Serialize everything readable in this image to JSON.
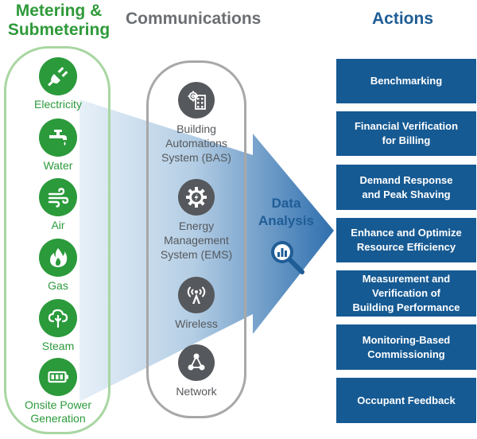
{
  "headings": {
    "metering_line1": "Metering &",
    "metering_line2": "Submetering",
    "communications": "Communications",
    "actions": "Actions"
  },
  "metering": [
    {
      "label": "Electricity",
      "icon": "electric-plug-icon"
    },
    {
      "label": "Water",
      "icon": "water-faucet-icon"
    },
    {
      "label": "Air",
      "icon": "wind-icon"
    },
    {
      "label": "Gas",
      "icon": "flame-icon"
    },
    {
      "label": "Steam",
      "icon": "steam-cloud-icon"
    },
    {
      "label_line1": "Onsite Power",
      "label_line2": "Generation",
      "icon": "battery-icon"
    }
  ],
  "communications": [
    {
      "line1": "Building",
      "line2": "Automations",
      "line3": "System (BAS)",
      "icon": "building-gear-icon"
    },
    {
      "line1": "Energy",
      "line2": "Management",
      "line3": "System (EMS)",
      "icon": "gear-icon"
    },
    {
      "line1": "Wireless",
      "icon": "wireless-antenna-icon"
    },
    {
      "line1": "Network",
      "icon": "network-nodes-icon"
    }
  ],
  "data_analysis": {
    "line1": "Data",
    "line2": "Analysis",
    "icon": "magnifier-chart-icon"
  },
  "actions": [
    {
      "line1": "Benchmarking"
    },
    {
      "line1": "Financial Verification",
      "line2": "for Billing"
    },
    {
      "line1": "Demand Response",
      "line2": "and Peak Shaving"
    },
    {
      "line1": "Enhance and Optimize",
      "line2": "Resource Efficiency"
    },
    {
      "line1": "Measurement and",
      "line2": "Verification of",
      "line3": "Building Performance"
    },
    {
      "line1": "Monitoring-Based",
      "line2": "Commissioning"
    },
    {
      "line1": "Occupant Feedback"
    }
  ],
  "colors": {
    "metering_green": "#2b9a3b",
    "comm_gray": "#55585c",
    "action_blue": "#165a93",
    "arrow_blue": "#2f6fae"
  }
}
